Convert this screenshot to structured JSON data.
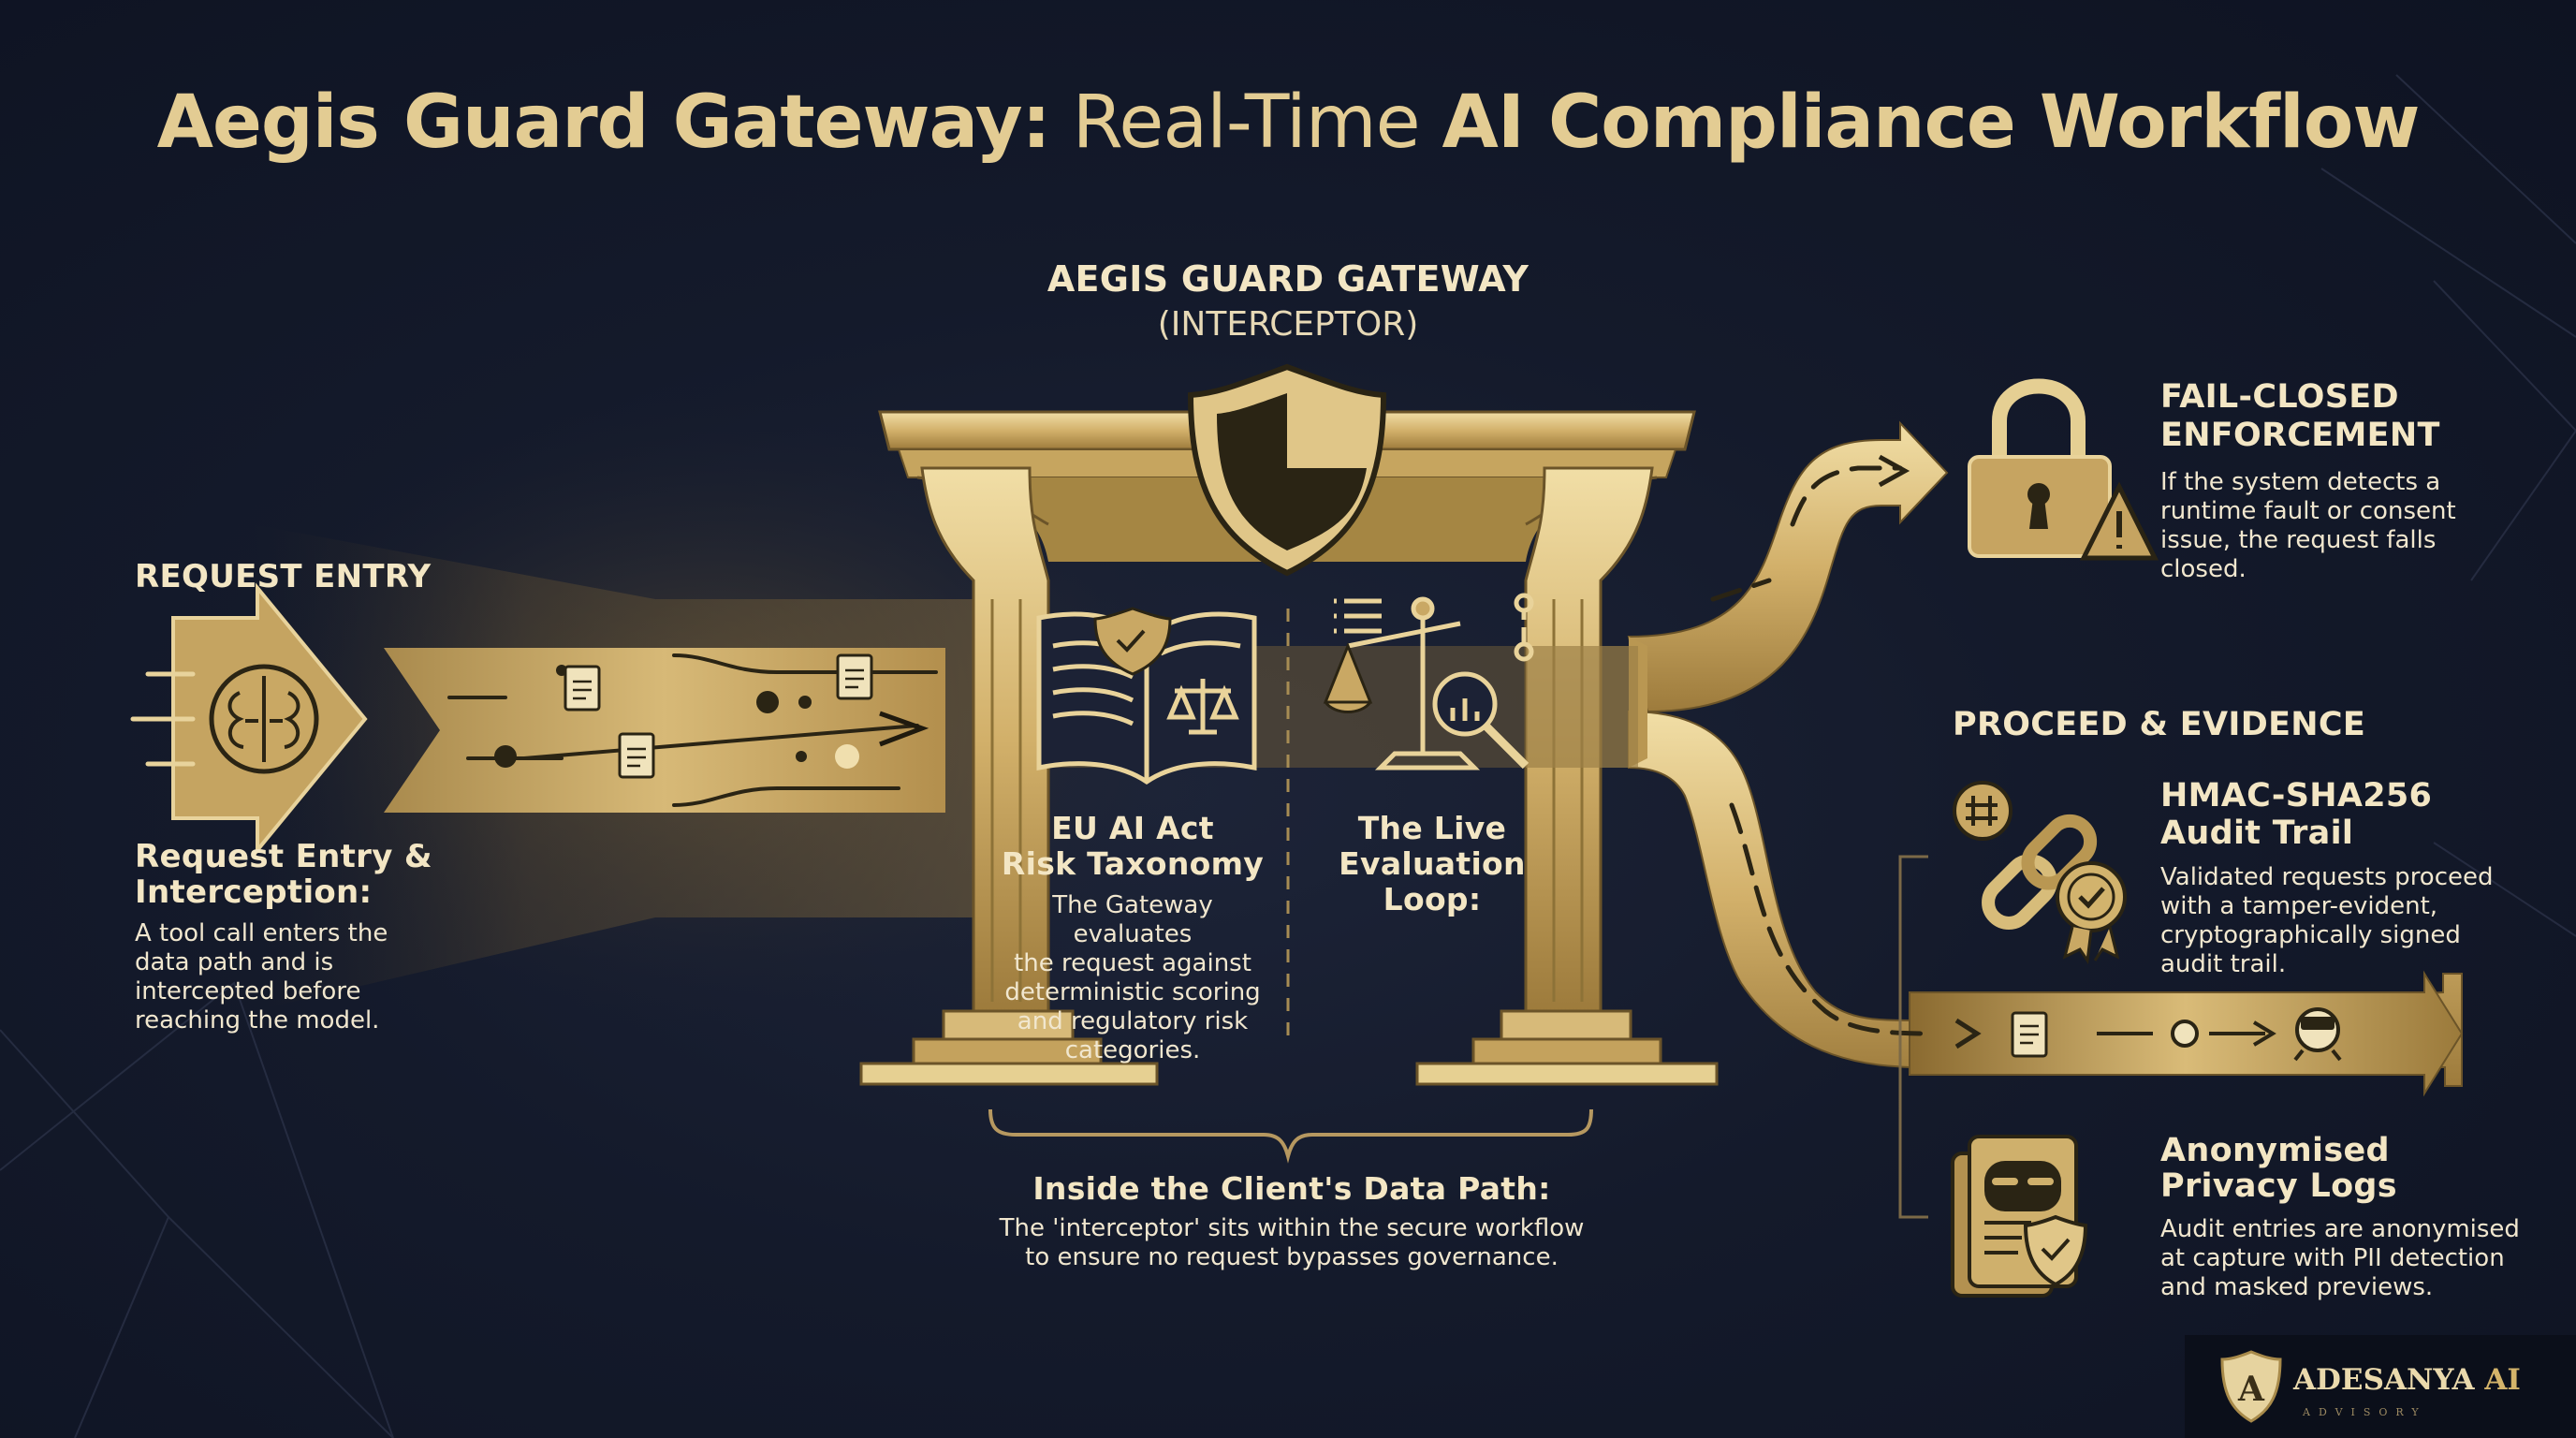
{
  "title": {
    "part1": "Aegis Guard Gateway:",
    "part2": "Real-Time",
    "part3": "AI Compliance Workflow"
  },
  "gateway": {
    "heading": "AEGIS GUARD GATEWAY",
    "subheading": "(INTERCEPTOR)"
  },
  "request_entry": {
    "label": "REQUEST ENTRY",
    "title_line1": "Request Entry &",
    "title_line2": "Interception:",
    "body": [
      "A tool call enters the",
      "data path and is",
      "intercepted before",
      "reaching the model."
    ]
  },
  "taxonomy": {
    "title_line1": "EU AI Act",
    "title_line2": "Risk Taxonomy",
    "body": [
      "The Gateway evaluates",
      "the request against",
      "deterministic scoring",
      "and regulatory risk",
      "categories."
    ]
  },
  "live_loop": {
    "title_line1": "The Live",
    "title_line2": "Evaluation Loop:"
  },
  "data_path": {
    "title": "Inside the Client's Data Path:",
    "body": [
      "The 'interceptor' sits within the secure workflow",
      "to ensure no request bypasses governance."
    ]
  },
  "fail_closed": {
    "title_line1": "FAIL-CLOSED",
    "title_line2": "ENFORCEMENT",
    "body": [
      "If the system detects a",
      "runtime fault or consent",
      "issue, the request falls",
      "closed."
    ]
  },
  "proceed": {
    "label": "PROCEED & EVIDENCE"
  },
  "hmac": {
    "title_line1": "HMAC-SHA256",
    "title_line2": "Audit Trail",
    "body": [
      "Validated requests proceed",
      "with a tamper-evident,",
      "cryptographically signed",
      "audit trail."
    ]
  },
  "privacy": {
    "title_line1": "Anonymised",
    "title_line2": "Privacy Logs",
    "body": [
      "Audit entries are anonymised",
      "at capture with PII detection",
      "and masked previews."
    ]
  },
  "logo": {
    "name": "ADESANYA",
    "suffix": "AI",
    "tagline": "ADVISORY",
    "monogram": "A"
  },
  "icons": {
    "request": "brain-arrow-icon",
    "gateway": "shield-icon",
    "taxonomy": "book-scale-icon",
    "loop": "scale-magnifier-icon",
    "fail": "padlock-warning-icon",
    "hmac": "chain-hash-badge-icon",
    "privacy": "masked-document-shield-icon"
  },
  "colors": {
    "background": "#141a2b",
    "gold": "#c8a560",
    "gold_light": "#ecd9a4",
    "text": "#f1e7cf"
  }
}
